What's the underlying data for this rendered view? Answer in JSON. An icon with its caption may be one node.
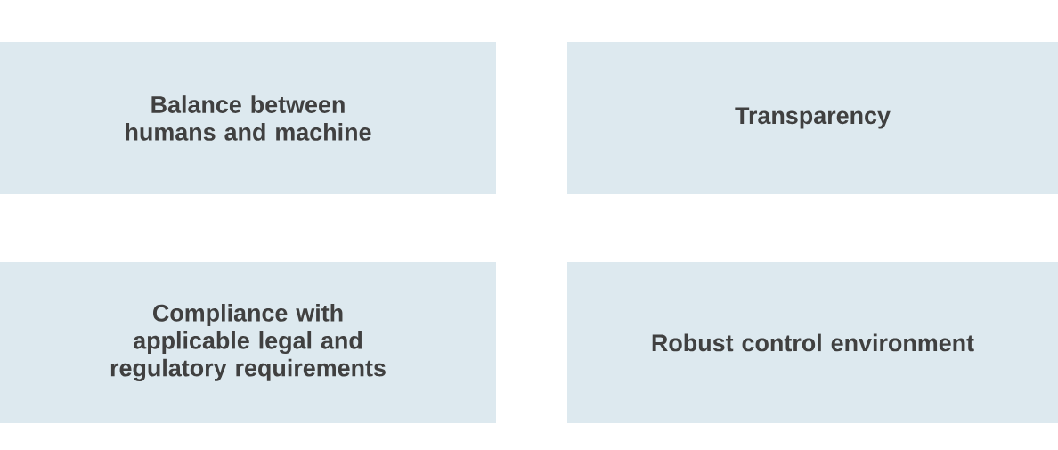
{
  "diagram": {
    "nodes": [
      {
        "text": [
          "Balance between humans and machine"
        ]
      },
      {
        "text": [
          "Transparency"
        ]
      },
      {
        "text": [
          "Compliance with applicable legal and regulatory requirements"
        ]
      },
      {
        "text": [
          "Robust control environment"
        ]
      }
    ]
  }
}
